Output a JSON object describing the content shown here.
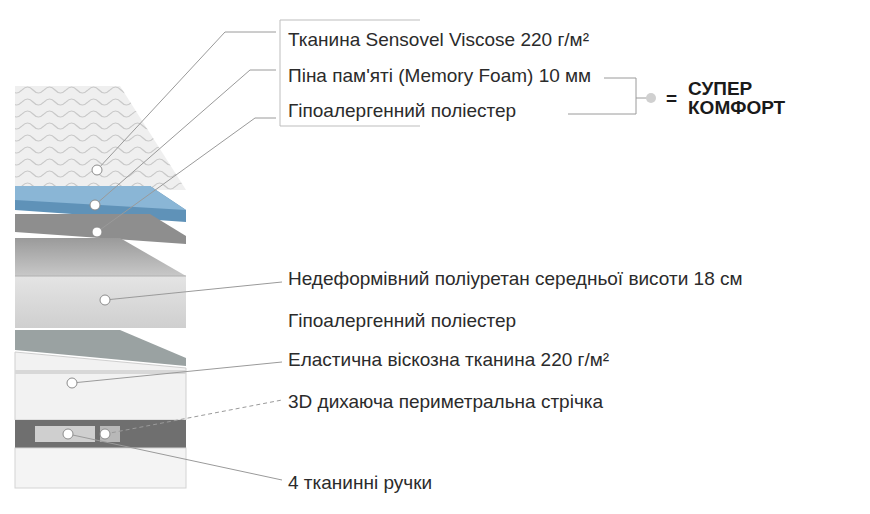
{
  "diagram": {
    "labels": [
      "Тканина Sensovel Viscose 220 г/м²",
      "Піна пам'яті (Memory Foam) 10 мм",
      "Гіпоалергенний поліестер",
      "=",
      "СУПЕР КОМФОРТ",
      "Недеформівний поліуретан середньої висоти 18 см",
      "Гіпоалергенний поліестер",
      "Еластична віскозна тканина 220 г/м²",
      "3D дихаюча периметральна стрічка",
      "4 тканинні ручки"
    ]
  }
}
